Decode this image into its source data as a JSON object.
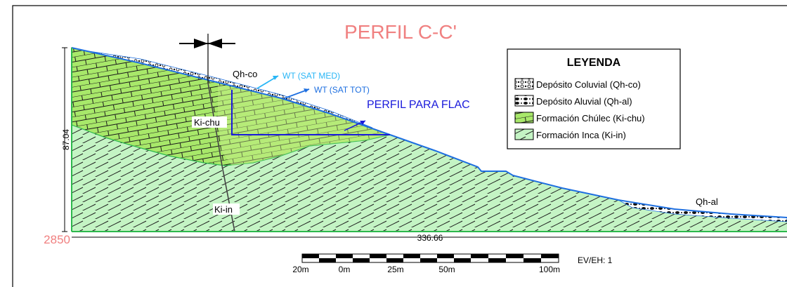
{
  "title": "PERFIL C-C'",
  "section": {
    "height_label": "87.04",
    "base_elevation": "2850",
    "length_label": "336.66"
  },
  "labels": {
    "qh_co": "Qh-co",
    "qh_al": "Qh-al",
    "ki_chu": "Ki-chu",
    "ki_in": "Ki-in",
    "wt_sat_med": "WT (SAT MED)",
    "wt_sat_tot": "WT (SAT TOT)",
    "perfil_flac": "PERFIL PARA FLAC"
  },
  "legend": {
    "title": "LEYENDA",
    "items": [
      {
        "label": "Depósito Coluvial (Qh-co)",
        "pattern": "coluvial"
      },
      {
        "label": "Depósito Aluvial (Qh-al)",
        "pattern": "aluvial"
      },
      {
        "label": "Formación Chúlec (Ki-chu)",
        "pattern": "chulec"
      },
      {
        "label": "Formación Inca (Ki-in)",
        "pattern": "inca"
      }
    ]
  },
  "scale_bar": {
    "ticks": [
      "20m",
      "0m",
      "25m",
      "50m",
      "100m"
    ],
    "ratio": "EV/EH: 1"
  },
  "colors": {
    "title": "#f08080",
    "elevation": "#f08080",
    "chulec_fill": "#a8e86a",
    "inca_fill": "#c4f4c4",
    "surface_line": "#1e6fe0",
    "wt_med": "#29b6f6",
    "flac_line": "#1a1adb",
    "contact_line": "#4cd964"
  }
}
